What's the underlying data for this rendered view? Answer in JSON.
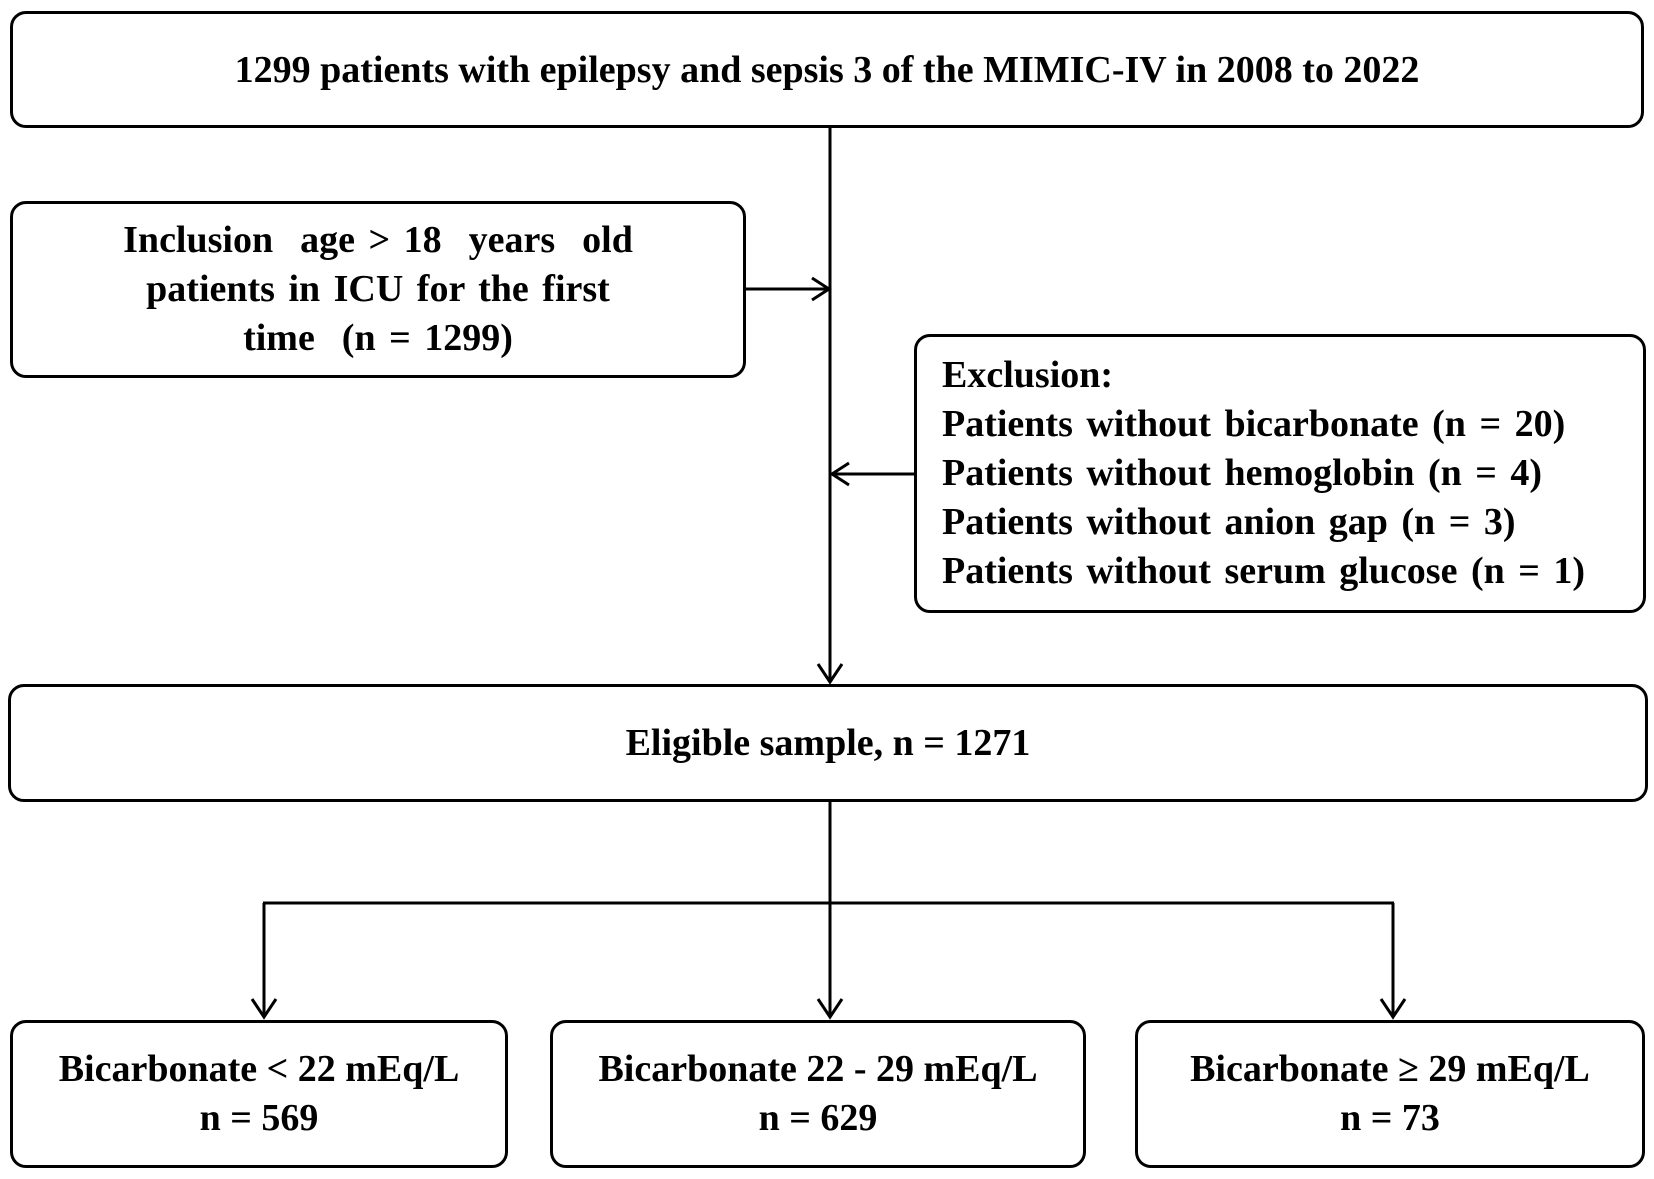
{
  "flowchart": {
    "source": {
      "text": "1299 patients with epilepsy and sepsis 3 of the MIMIC-IV in 2008 to 2022"
    },
    "inclusion": {
      "lines": [
        "Inclusion  age > 18  years  old",
        "patients in ICU for the first",
        "time  (n = 1299)"
      ]
    },
    "exclusion": {
      "heading": "Exclusion:",
      "items": [
        "Patients without bicarbonate (n = 20)",
        "Patients without hemoglobin (n = 4)",
        "Patients without anion gap (n = 3)",
        "Patients without serum glucose (n = 1)"
      ]
    },
    "eligible": {
      "text": "Eligible sample, n = 1271"
    },
    "groups": [
      {
        "label": "Bicarbonate < 22 mEq/L",
        "count": "n = 569"
      },
      {
        "label": "Bicarbonate 22 - 29 mEq/L",
        "count": "n = 629"
      },
      {
        "label": "Bicarbonate ≥ 29 mEq/L",
        "count": "n = 73"
      }
    ]
  }
}
